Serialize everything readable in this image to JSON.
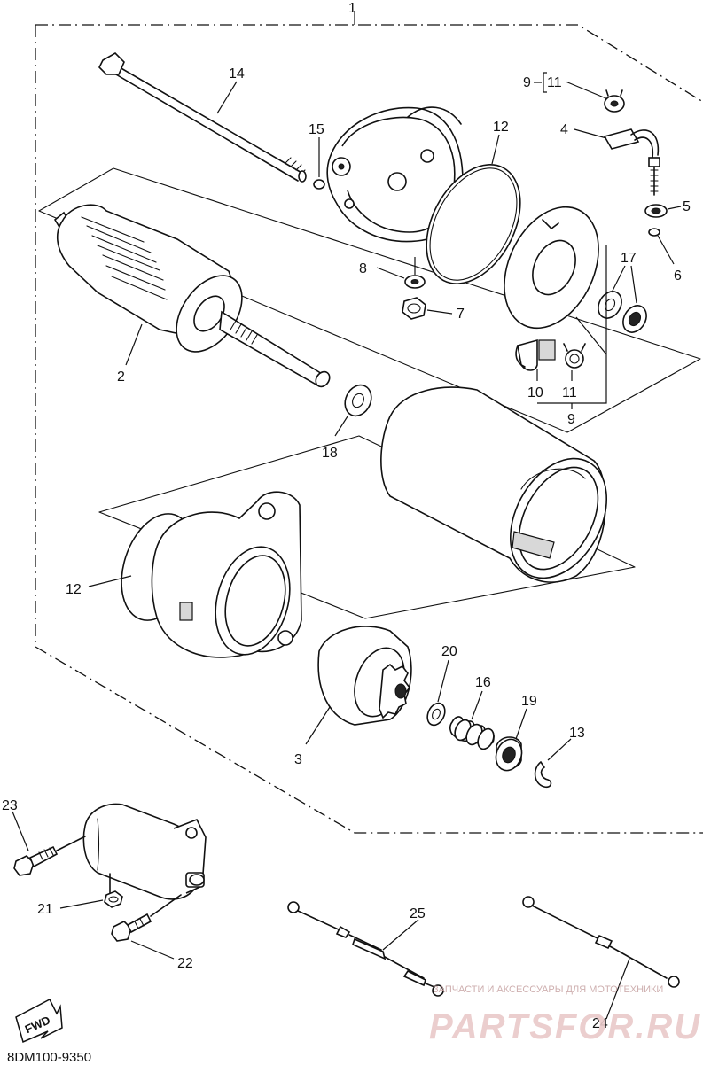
{
  "diagram": {
    "catalog_code": "8DM100-9350",
    "fwd_label": "FWD",
    "assembly_callout": "1",
    "callouts": {
      "c1": "1",
      "c2": "2",
      "c3": "3",
      "c4": "4",
      "c5": "5",
      "c6": "6",
      "c7": "7",
      "c8": "8",
      "c9_range": "9",
      "c9_range_to": "11",
      "c9_brush": "9",
      "c10": "10",
      "c11": "11",
      "c11_top": "11",
      "c12_top": "12",
      "c12_bottom": "12",
      "c13": "13",
      "c14": "14",
      "c15": "15",
      "c16": "16",
      "c17": "17",
      "c18": "18",
      "c19": "19",
      "c20": "20",
      "c21": "21",
      "c22": "22",
      "c23": "23",
      "c24": "24",
      "c25": "25"
    }
  },
  "watermark": {
    "tagline": "ЗАПЧАСТИ И АКСЕССУАРЫ ДЛЯ МОТОТЕХНИКИ",
    "logo": "PARTSFOR.RU"
  }
}
